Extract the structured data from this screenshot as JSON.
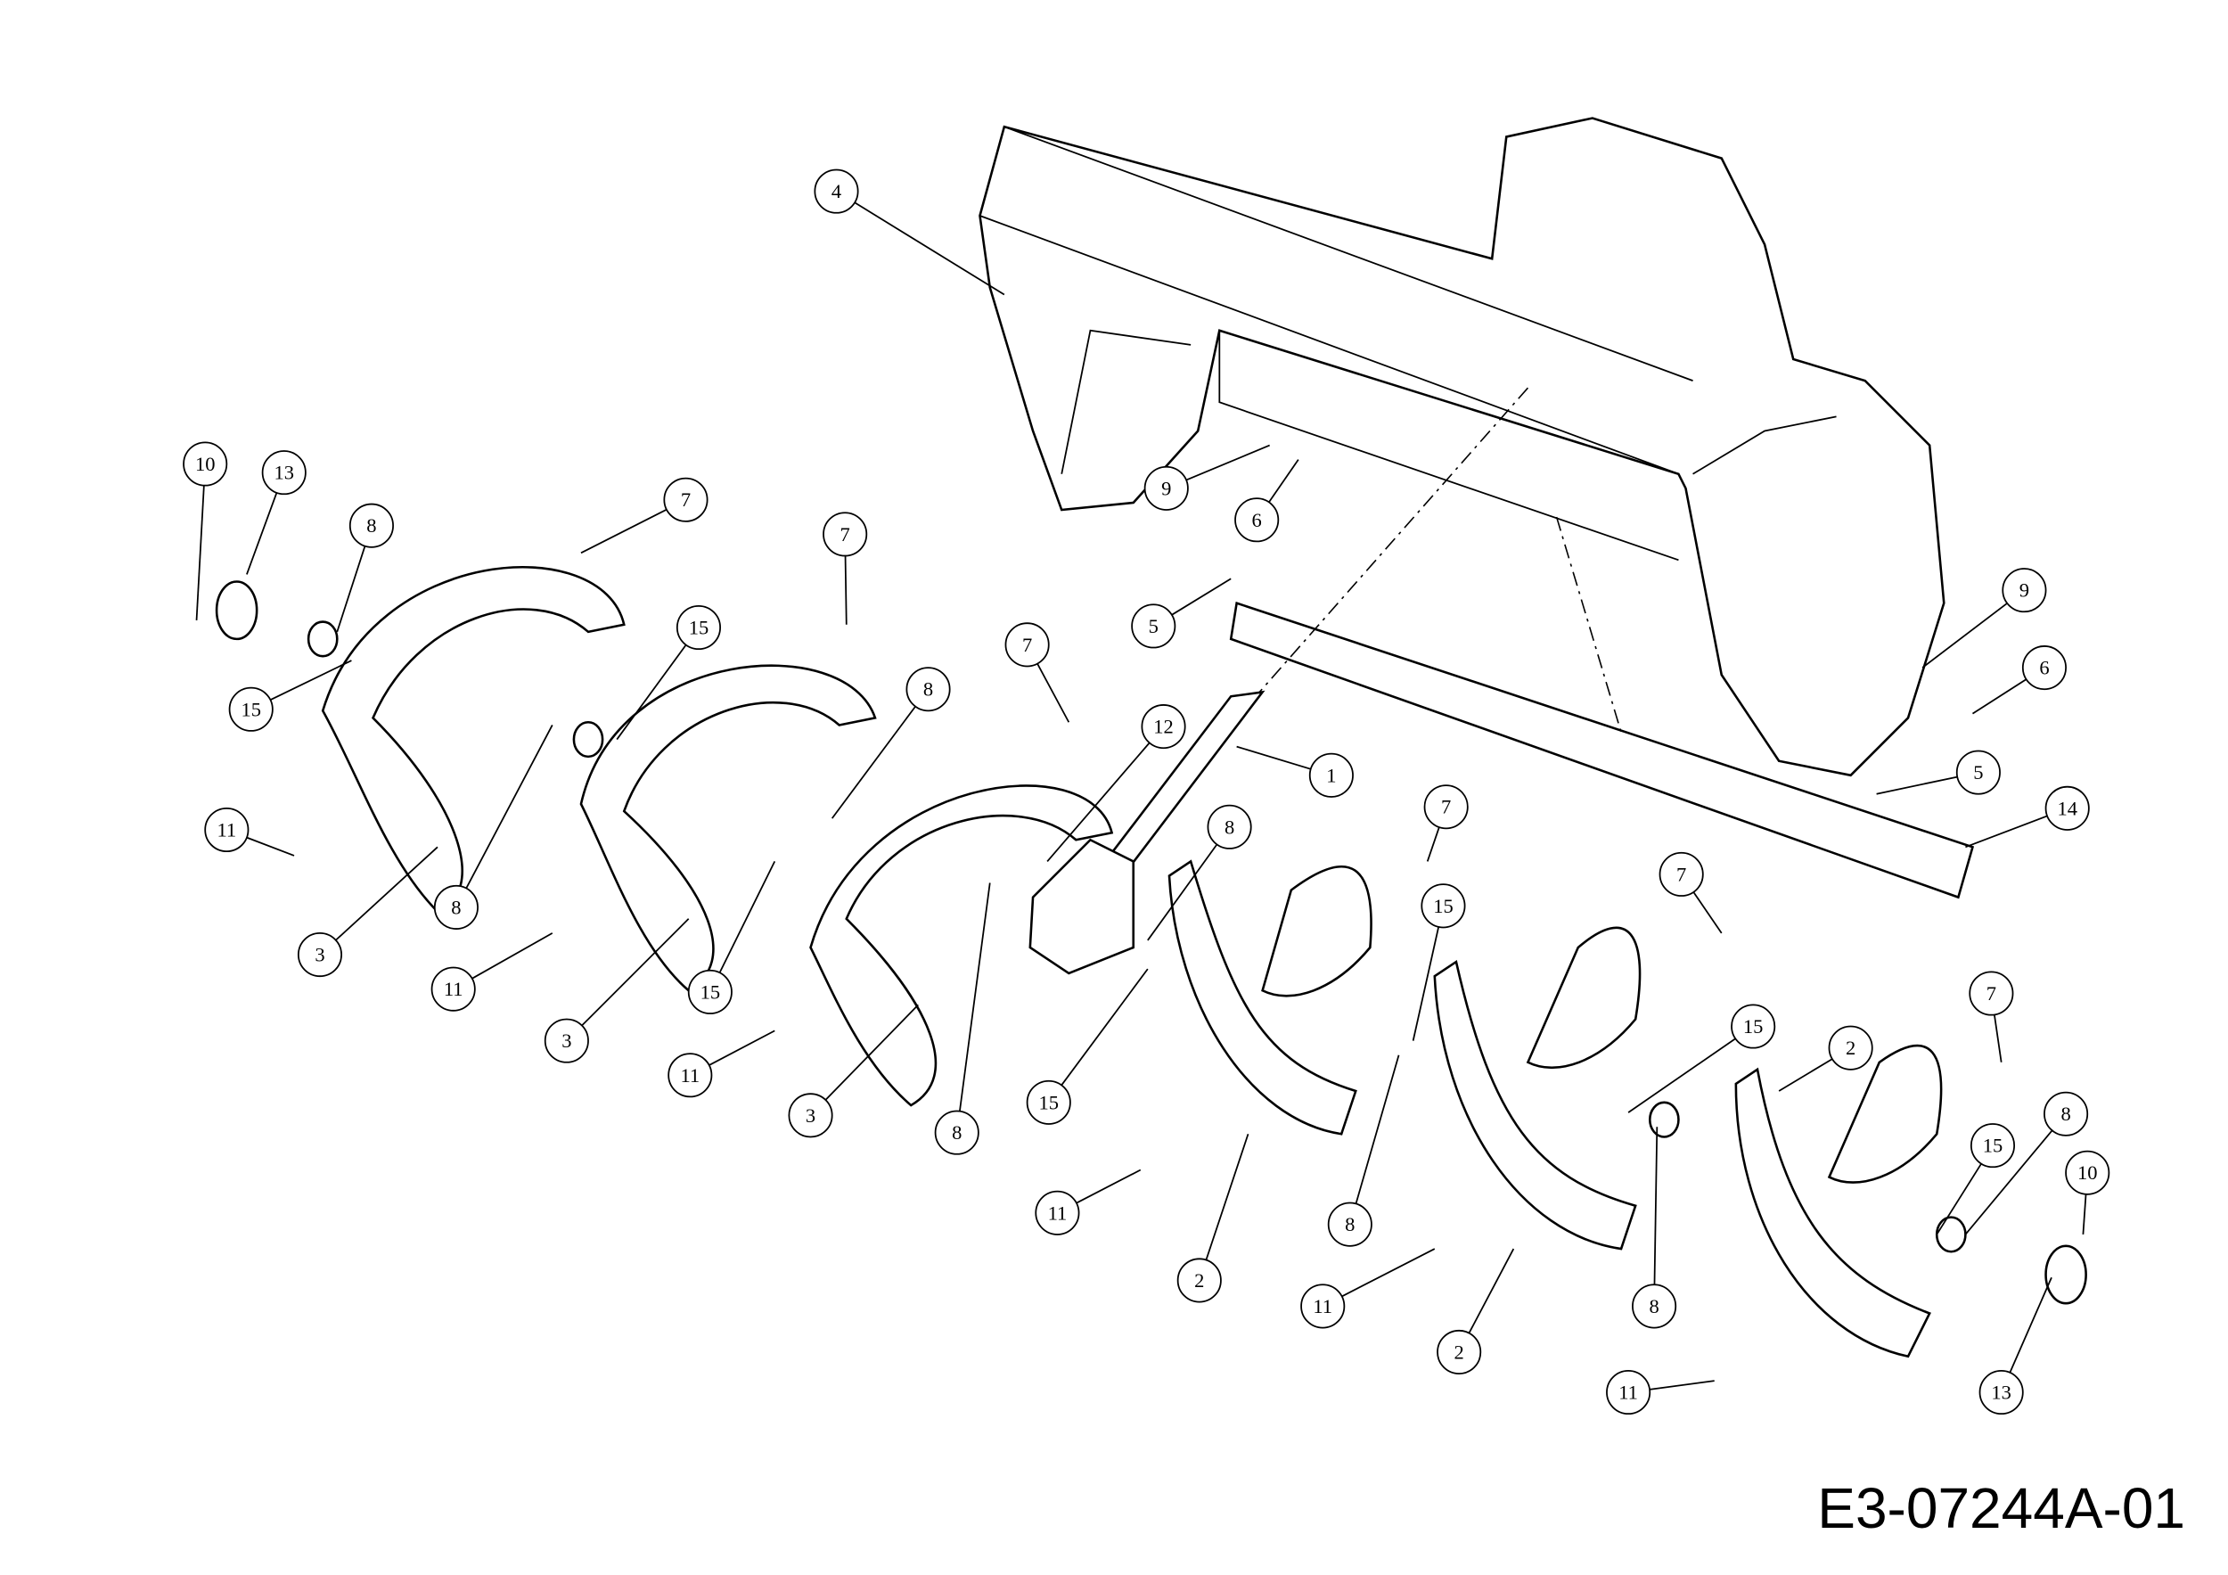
{
  "drawing_code": "E3-07244A-01",
  "callouts": [
    "4",
    "9",
    "6",
    "10",
    "13",
    "8",
    "7",
    "7",
    "15",
    "15",
    "11",
    "3",
    "8",
    "11",
    "3",
    "15",
    "8",
    "7",
    "12",
    "5",
    "1",
    "9",
    "6",
    "5",
    "14",
    "11",
    "3",
    "8",
    "8",
    "15",
    "11",
    "2",
    "7",
    "15",
    "8",
    "11",
    "2",
    "7",
    "15",
    "2",
    "8",
    "11",
    "7",
    "8",
    "15",
    "10",
    "13"
  ]
}
